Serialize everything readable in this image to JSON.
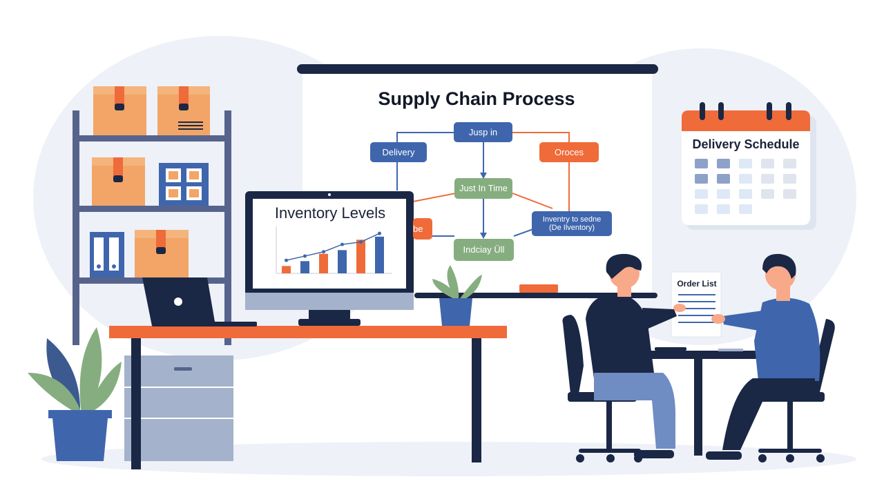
{
  "board": {
    "title": "Supply Chain Process",
    "nodes": {
      "jusp_in": "Jusp in",
      "delivery": "Delivery",
      "oroces": "Oroces",
      "just_in_time": "Just In Time",
      "partial_left": "be",
      "inventory_side_line1": "Inventry to sedne",
      "inventory_side_line2": "(De Ilventory)",
      "indicay": "Indciay Üll"
    }
  },
  "monitor": {
    "title": "Inventory Levels",
    "chart_data": {
      "type": "bar",
      "title": "Inventory Levels",
      "series": [
        {
          "values": [
            12,
            20,
            32,
            38,
            55,
            60
          ]
        }
      ],
      "trend": [
        10,
        17,
        24,
        36,
        40,
        54
      ],
      "bar_colors": [
        "#ef6b3a",
        "#3f66ad",
        "#ef6b3a",
        "#3f66ad",
        "#ef6b3a",
        "#3f66ad"
      ],
      "ylim": [
        0,
        70
      ]
    }
  },
  "calendar": {
    "title": "Delivery Schedule",
    "accent": "#ef6b3a"
  },
  "paper": {
    "title": "Order List"
  },
  "colors": {
    "navy": "#1a2745",
    "blue": "#3f66ad",
    "orange": "#ef6b3a",
    "green": "#86ad7f",
    "box": "#f2a567",
    "shelf": "#56648c",
    "background": "#eef1f7"
  },
  "icons": [
    "cardboard-box-icon",
    "binder-icon",
    "calendar-icon",
    "laptop-icon",
    "plant-icon"
  ]
}
